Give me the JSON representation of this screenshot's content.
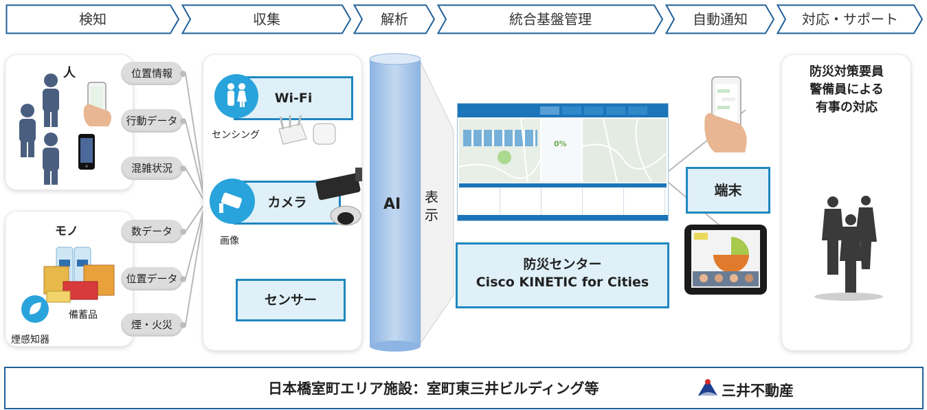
{
  "header": {
    "steps": [
      {
        "label": "検知"
      },
      {
        "label": "収集"
      },
      {
        "label": "解析"
      },
      {
        "label": "統合基盤管理"
      },
      {
        "label": "自動通知"
      },
      {
        "label": "対応・サポート"
      }
    ]
  },
  "detect": {
    "people_title": "人",
    "people_items": [
      "位置情報",
      "行動データ",
      "混雑状況"
    ],
    "things_title": "モノ",
    "things_items": [
      "数データ",
      "位置データ",
      "煙・火災"
    ],
    "stockpile_label": "備蓄品",
    "smoke_sensor_label": "煙感知器"
  },
  "collect": {
    "wifi_label": "Wi-Fi",
    "sensing_label": "センシング",
    "camera_label": "カメラ",
    "image_label": "画像",
    "sensor_label": "センサー"
  },
  "analyze": {
    "ai_label": "AI",
    "display_label": "表示"
  },
  "platform": {
    "center_name": "防災センター",
    "product_name": "Cisco KINETIC for Cities",
    "dashboard_metric": "0%"
  },
  "notify": {
    "terminal_label": "端末"
  },
  "respond": {
    "description": "防災対策要員\n警備員による\n有事の対応"
  },
  "footer": {
    "location_text": "日本橋室町エリア施設：室町東三井ビルディング等",
    "company_name": "三井不動産"
  },
  "colors": {
    "accent": "#1f86c0",
    "box_fill": "#dff0f8",
    "icon_blue": "#29a3db",
    "header_border": "#1f5f99"
  }
}
